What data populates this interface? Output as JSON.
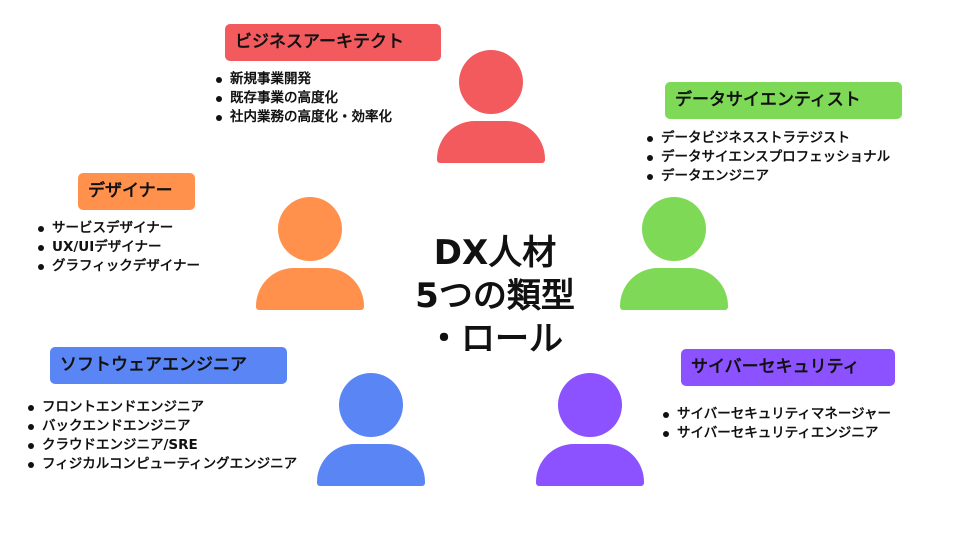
{
  "title": {
    "line1": "DX人材",
    "line2": "5つの類型",
    "line3": "・ロール"
  },
  "roles": {
    "architect": {
      "label": "ビジネスアーキテクト",
      "color": "#f25a5e",
      "items": [
        "新規事業開発",
        "既存事業の高度化",
        "社内業務の高度化・効率化"
      ]
    },
    "scientist": {
      "label": "データサイエンティスト",
      "color": "#7ed957",
      "items": [
        "データビジネスストラテジスト",
        "データサイエンスプロフェッショナル",
        "データエンジニア"
      ]
    },
    "designer": {
      "label": "デザイナー",
      "color": "#ff914d",
      "items": [
        "サービスデザイナー",
        "UX/UIデザイナー",
        "グラフィックデザイナー"
      ]
    },
    "engineer": {
      "label": "ソフトウェアエンジニア",
      "color": "#5a86f5",
      "items": [
        "フロントエンドエンジニア",
        "バックエンドエンジニア",
        "クラウドエンジニア/SRE",
        "フィジカルコンピューティングエンジニア"
      ]
    },
    "security": {
      "label": "サイバーセキュリティ",
      "color": "#8c52ff",
      "items": [
        "サイバーセキュリティマネージャー",
        "サイバーセキュリティエンジニア"
      ]
    }
  }
}
